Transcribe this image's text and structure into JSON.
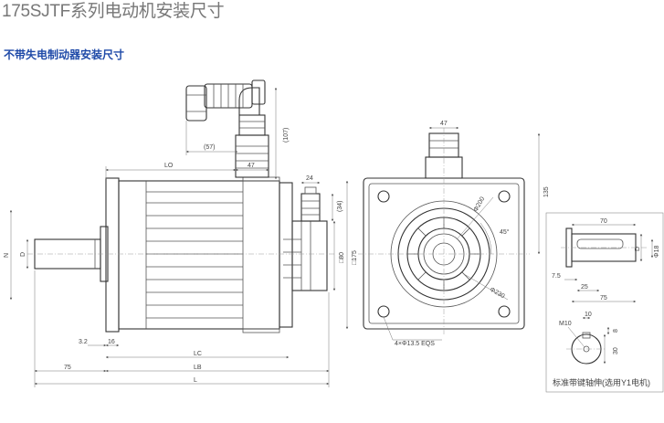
{
  "header": {
    "title": "175SJTF系列电动机安装尺寸",
    "subtitle": "不带失电制动器安装尺寸"
  },
  "side_view": {
    "dims": {
      "d57": "(57)",
      "d107": "(107)",
      "lo": "LO",
      "d47": "47",
      "d24": "24",
      "d34": "(34)",
      "n": "N",
      "d": "D",
      "d80": "□80",
      "d175": "□175",
      "d32": "3.2",
      "d16": "16",
      "lc": "LC",
      "lb": "LB",
      "d75": "75",
      "l": "L"
    }
  },
  "front_view": {
    "dims": {
      "d47": "47",
      "d135": "135",
      "phi200": "Φ200",
      "deg45": "45°",
      "phi230": "Φ230",
      "holes": "4×Φ13.5 EQS"
    }
  },
  "shaft_detail": {
    "dims": {
      "d70": "70",
      "d": "D",
      "phi18": "Φ18",
      "d75a": "7.5",
      "d25": "25",
      "d75b": "75",
      "m10": "M10",
      "d10": "10",
      "d8": "8",
      "d30": "30"
    },
    "caption": "标准带键轴伸(选用Y1电机)"
  }
}
